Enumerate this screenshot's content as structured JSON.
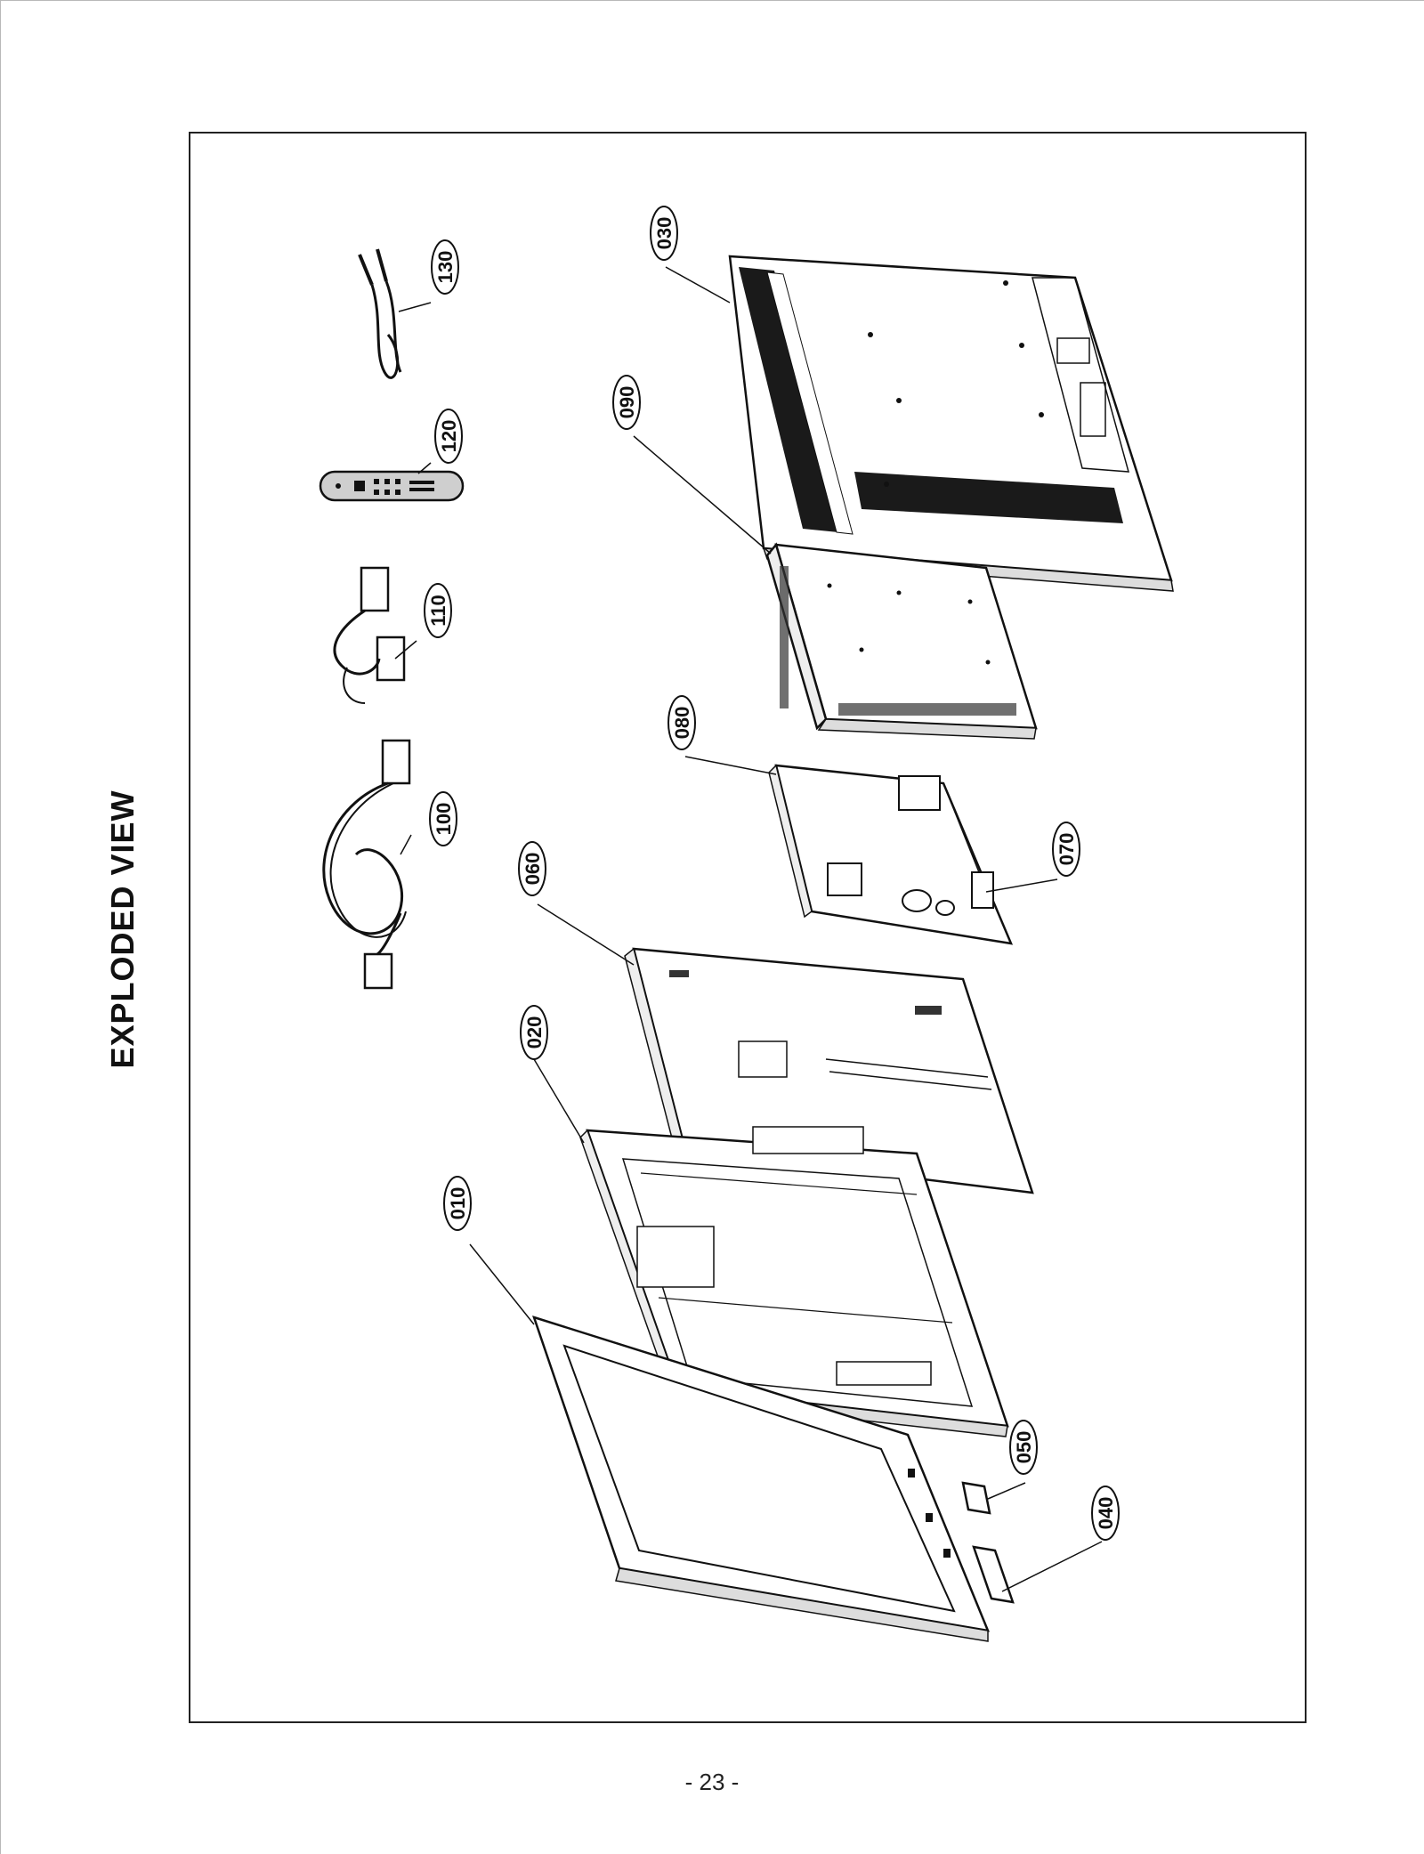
{
  "title": "EXPLODED VIEW",
  "page_number": "- 23 -",
  "callouts": [
    "030",
    "090",
    "080",
    "070",
    "060",
    "020",
    "010",
    "050",
    "040",
    "100",
    "110",
    "120",
    "130"
  ],
  "colors": {
    "line": "#111111",
    "panel_fill": "#ffffff",
    "metal_fill": "#f2f2f2",
    "vent_fill": "#1a1a1a",
    "remote_fill": "#cfcfcf"
  }
}
